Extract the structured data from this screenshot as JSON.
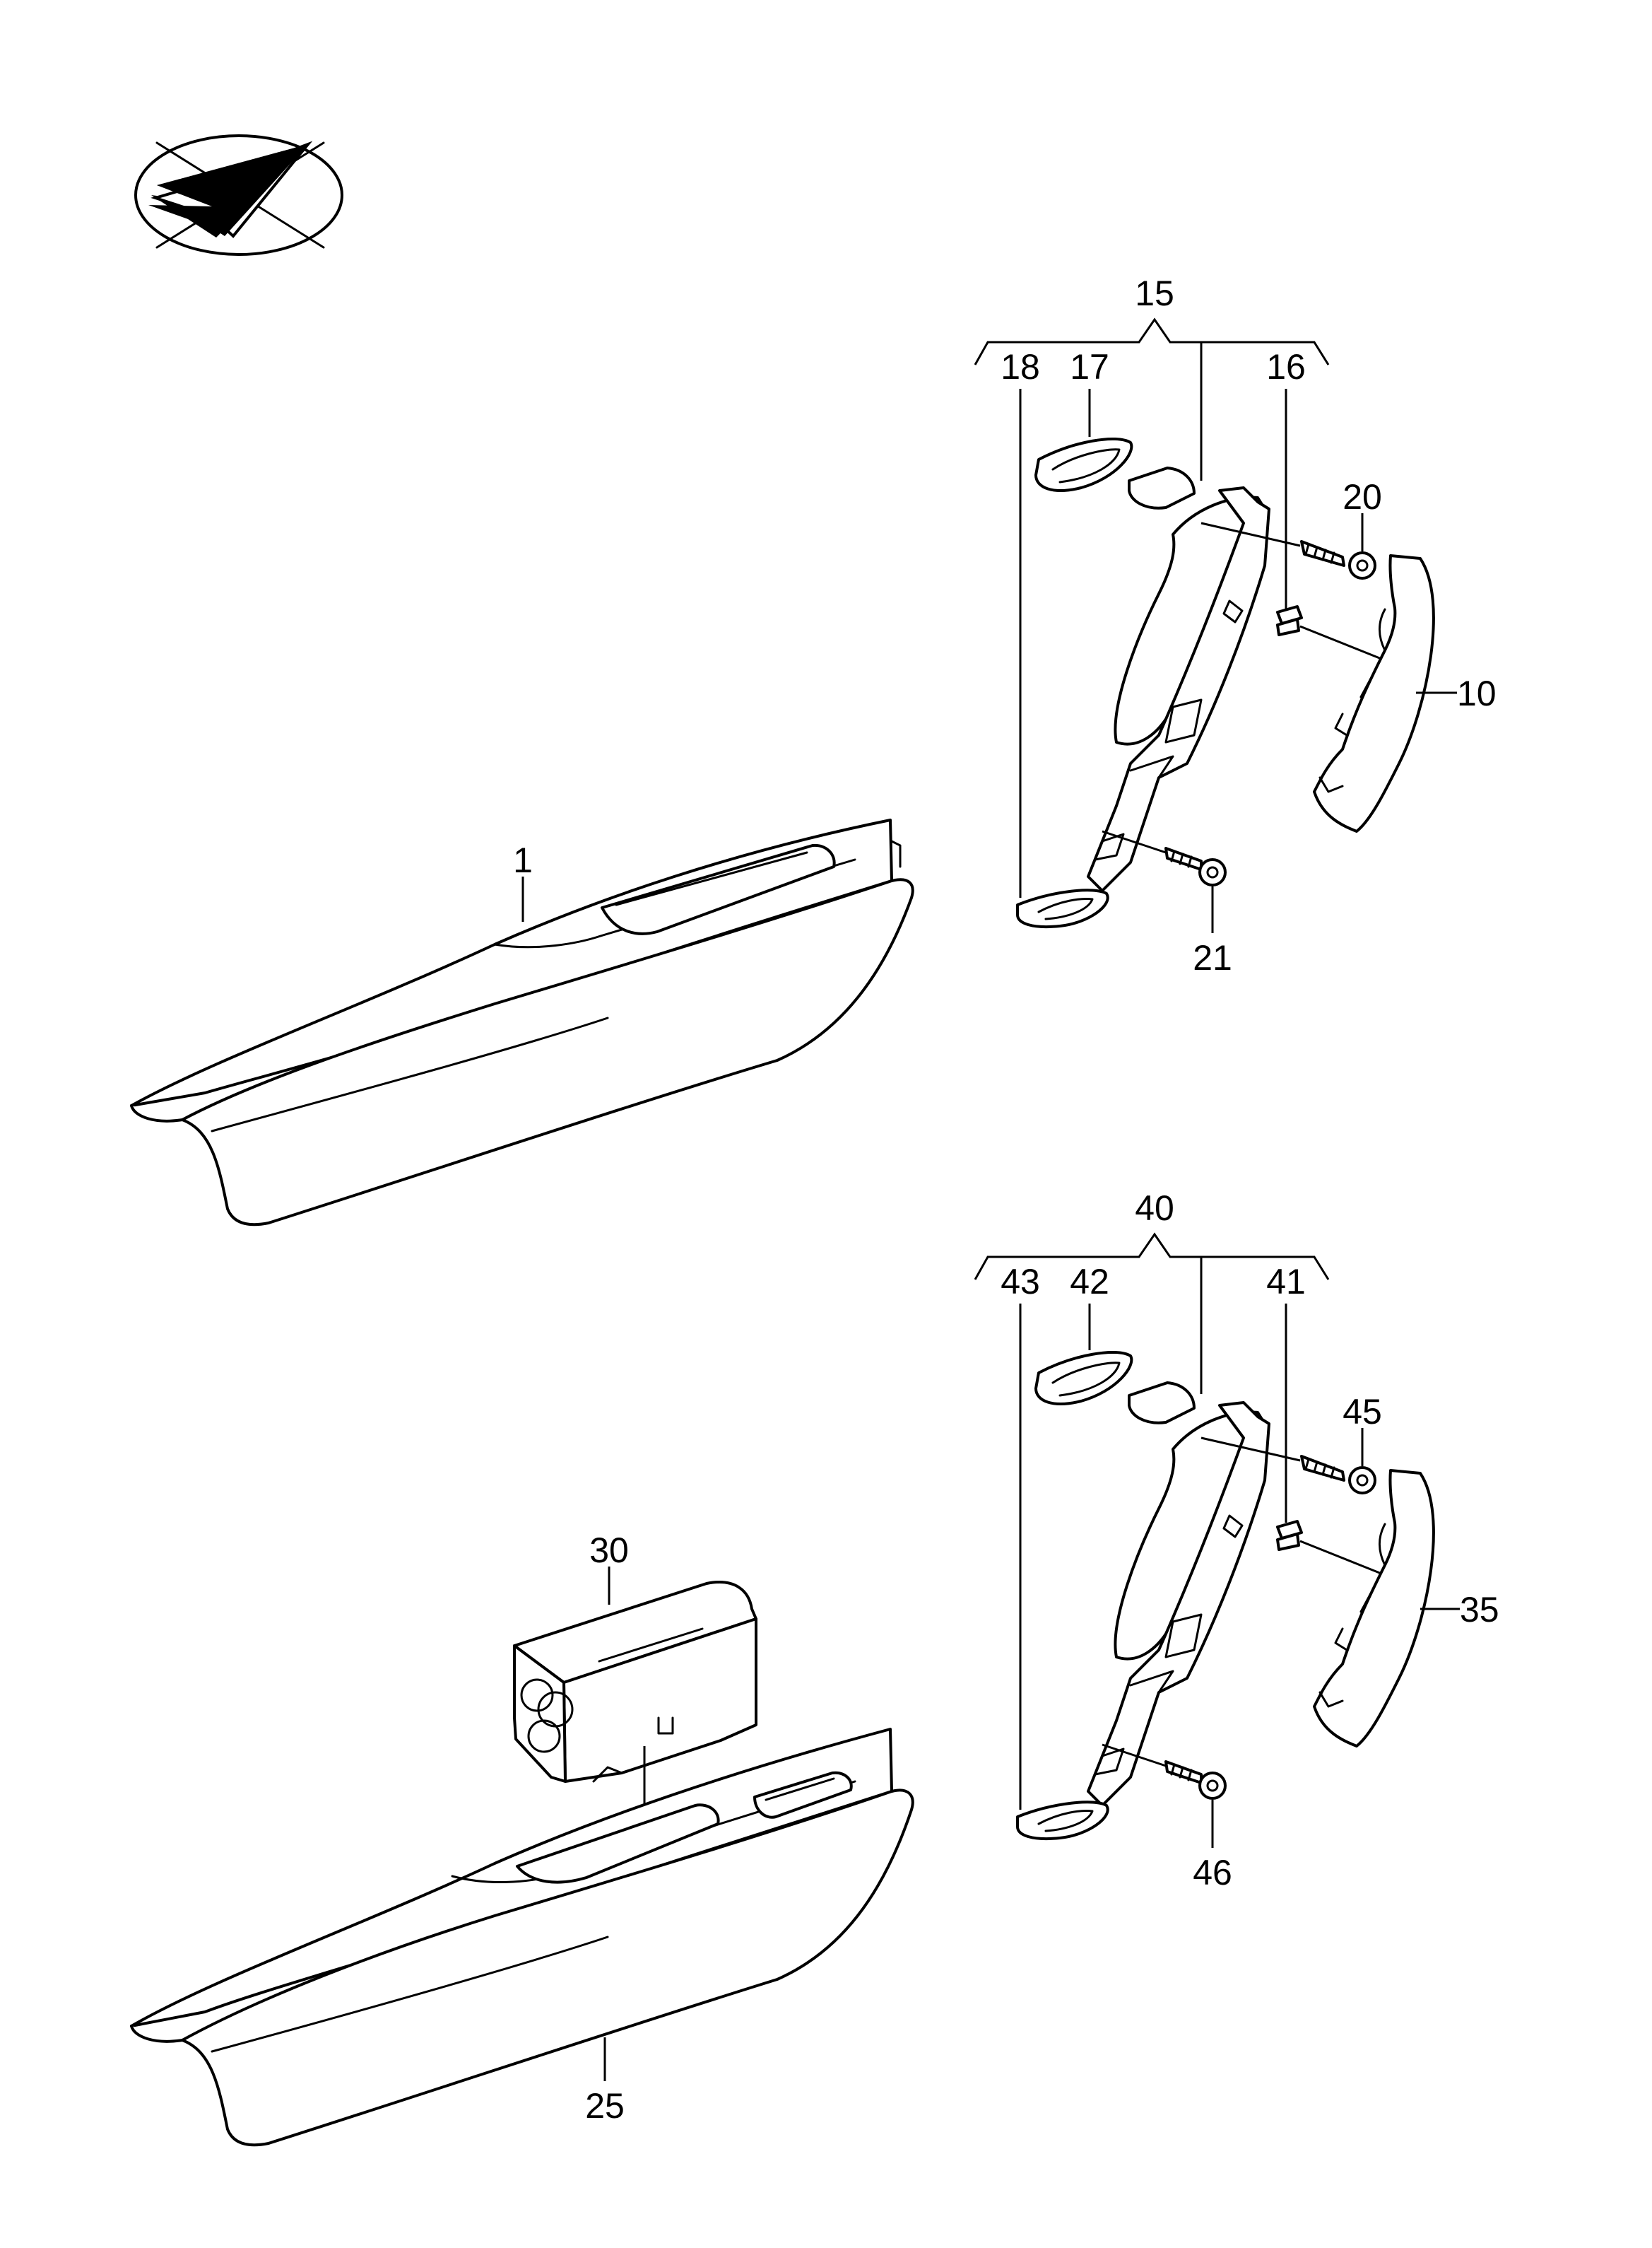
{
  "callouts": {
    "c1": "1",
    "c10": "10",
    "c15": "15",
    "c16": "16",
    "c17": "17",
    "c18": "18",
    "c20": "20",
    "c21": "21",
    "c25": "25",
    "c30": "30",
    "c35": "35",
    "c40": "40",
    "c41": "41",
    "c42": "42",
    "c43": "43",
    "c45": "45",
    "c46": "46"
  },
  "icons": {
    "orientation": "direction-arrow-icon"
  },
  "colors": {
    "line": "#000000",
    "background": "#ffffff"
  }
}
